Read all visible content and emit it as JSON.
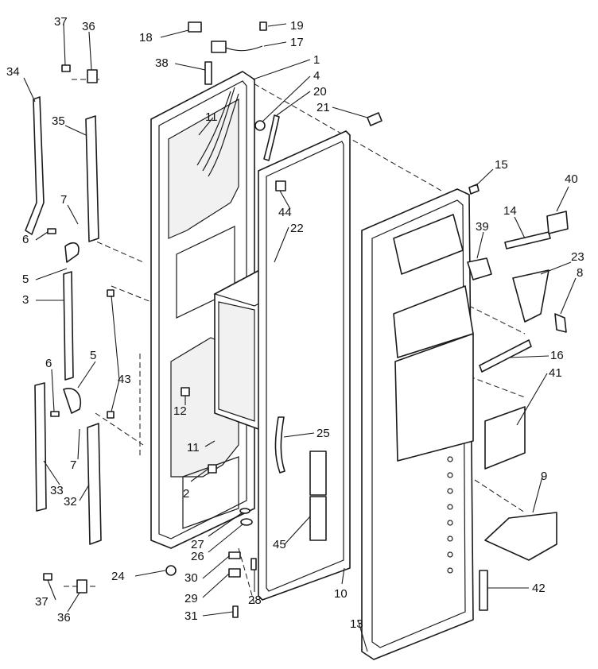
{
  "diagram": {
    "kind": "exploded-parts-view",
    "callouts": [
      {
        "id": "c1",
        "text": "1"
      },
      {
        "id": "c2",
        "text": "2"
      },
      {
        "id": "c3",
        "text": "3"
      },
      {
        "id": "c4",
        "text": "4"
      },
      {
        "id": "c5a",
        "text": "5"
      },
      {
        "id": "c5b",
        "text": "5"
      },
      {
        "id": "c6a",
        "text": "6"
      },
      {
        "id": "c6b",
        "text": "6"
      },
      {
        "id": "c7a",
        "text": "7"
      },
      {
        "id": "c7b",
        "text": "7"
      },
      {
        "id": "c8",
        "text": "8"
      },
      {
        "id": "c9",
        "text": "9"
      },
      {
        "id": "c10",
        "text": "10"
      },
      {
        "id": "c11a",
        "text": "11"
      },
      {
        "id": "c11b",
        "text": "11"
      },
      {
        "id": "c12",
        "text": "12"
      },
      {
        "id": "c13",
        "text": "13"
      },
      {
        "id": "c14",
        "text": "14"
      },
      {
        "id": "c15",
        "text": "15"
      },
      {
        "id": "c16",
        "text": "16"
      },
      {
        "id": "c17",
        "text": "17"
      },
      {
        "id": "c18",
        "text": "18"
      },
      {
        "id": "c19",
        "text": "19"
      },
      {
        "id": "c20",
        "text": "20"
      },
      {
        "id": "c21",
        "text": "21"
      },
      {
        "id": "c22",
        "text": "22"
      },
      {
        "id": "c23",
        "text": "23"
      },
      {
        "id": "c24",
        "text": "24"
      },
      {
        "id": "c25",
        "text": "25"
      },
      {
        "id": "c26",
        "text": "26"
      },
      {
        "id": "c27",
        "text": "27"
      },
      {
        "id": "c28",
        "text": "28"
      },
      {
        "id": "c29",
        "text": "29"
      },
      {
        "id": "c30",
        "text": "30"
      },
      {
        "id": "c31",
        "text": "31"
      },
      {
        "id": "c32",
        "text": "32"
      },
      {
        "id": "c33",
        "text": "33"
      },
      {
        "id": "c34",
        "text": "34"
      },
      {
        "id": "c35",
        "text": "35"
      },
      {
        "id": "c36a",
        "text": "36"
      },
      {
        "id": "c36b",
        "text": "36"
      },
      {
        "id": "c37a",
        "text": "37"
      },
      {
        "id": "c37b",
        "text": "37"
      },
      {
        "id": "c38",
        "text": "38"
      },
      {
        "id": "c39",
        "text": "39"
      },
      {
        "id": "c40",
        "text": "40"
      },
      {
        "id": "c41",
        "text": "41"
      },
      {
        "id": "c42",
        "text": "42"
      },
      {
        "id": "c43",
        "text": "43"
      },
      {
        "id": "c44",
        "text": "44"
      },
      {
        "id": "c45",
        "text": "45"
      }
    ],
    "colors": {
      "ink": "#1a1a1a",
      "paper": "#ffffff"
    }
  }
}
